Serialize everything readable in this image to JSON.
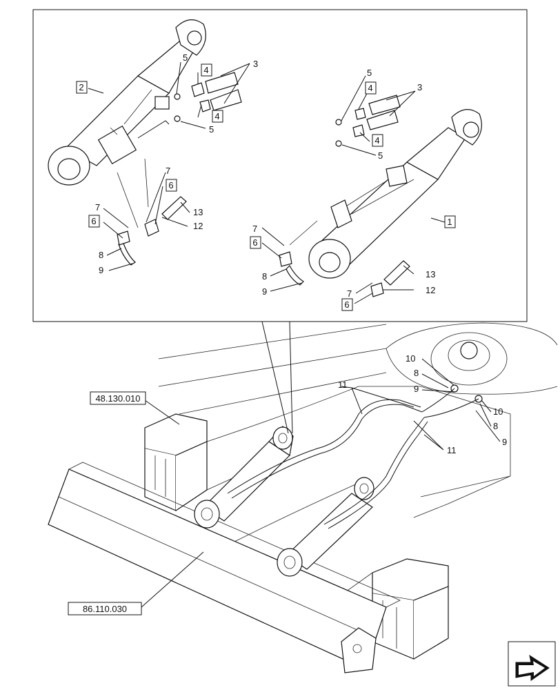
{
  "callouts": {
    "cyl1": "1",
    "cyl2": "2",
    "n3a": "3",
    "n3b": "3",
    "n4a": "4",
    "n4b": "4",
    "n4c": "4",
    "n4d": "4",
    "n5a": "5",
    "n5b": "5",
    "n5c": "5",
    "n5d": "5",
    "n6a": "6",
    "n6b": "6",
    "n6c": "6",
    "n6d": "6",
    "n7a": "7",
    "n7b": "7",
    "n7c": "7",
    "n7d": "7",
    "n8a": "8",
    "n8b": "8",
    "n8c": "8",
    "n8d": "8",
    "n9a": "9",
    "n9b": "9",
    "n9c": "9",
    "n9d": "9",
    "n10a": "10",
    "n10b": "10",
    "n11a": "11",
    "n11b": "11",
    "n12a": "12",
    "n12b": "12",
    "n13a": "13",
    "n13b": "13"
  },
  "references": {
    "ref_top": "48.130.010",
    "ref_bottom": "86.110.030"
  },
  "nav_icon": "next-page-arrow-icon"
}
